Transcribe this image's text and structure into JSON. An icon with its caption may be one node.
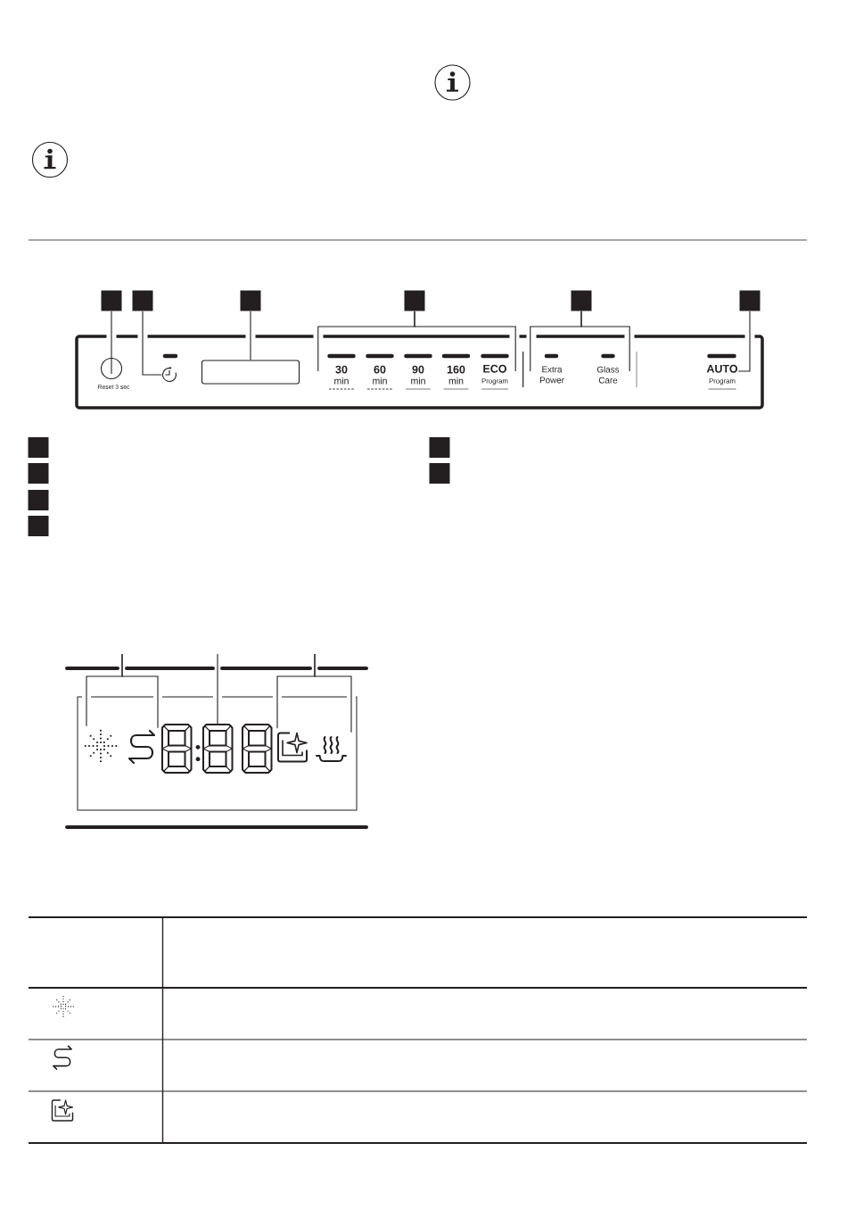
{
  "diagram": {
    "nodes": [
      {
        "text": [],
        "shape": "box"
      },
      {
        "text": [],
        "shape": "box"
      },
      {
        "text": [],
        "shape": "box"
      },
      {
        "text": [],
        "shape": "box"
      },
      {
        "text": [],
        "shape": "box"
      },
      {
        "text": [],
        "shape": "box"
      },
      {
        "text": [],
        "shape": "box"
      },
      {
        "text": [
          "Reset 3 sec"
        ],
        "in": 6
      },
      {
        "text": [],
        "shape": "picture",
        "in": 6
      },
      {
        "text": [],
        "shape": "box",
        "in": 6
      },
      {
        "text": [
          "30",
          "min"
        ],
        "in": 6
      },
      {
        "text": [
          "60",
          "min"
        ],
        "in": 6
      },
      {
        "text": [
          "90",
          "min"
        ],
        "in": 6
      },
      {
        "text": [
          "160",
          "min"
        ],
        "in": 6
      },
      {
        "text": [
          "ECO",
          "Program"
        ],
        "in": 6
      },
      {
        "text": [
          "Extra Power"
        ],
        "in": 6
      },
      {
        "text": [
          "Glass Care"
        ],
        "in": 6
      },
      {
        "text": [
          "AUTO",
          "Program"
        ],
        "in": 6
      },
      {
        "text": [],
        "shape": "box"
      },
      {
        "text": [],
        "shape": "box"
      },
      {
        "text": [],
        "shape": "box"
      },
      {
        "text": [],
        "shape": "box"
      },
      {
        "text": [],
        "shape": "box"
      },
      {
        "text": [],
        "shape": "box"
      },
      {
        "text": [],
        "shape": "box"
      },
      {
        "text": [],
        "shape": "picture",
        "in": 24
      },
      {
        "text": [],
        "shape": "picture",
        "in": 24
      },
      {
        "text": [],
        "shape": "picture",
        "in": 24
      },
      {
        "text": [],
        "shape": "picture",
        "in": 24
      },
      {
        "text": [],
        "shape": "picture",
        "in": 24
      }
    ],
    "edges": [
      {
        "from": 0,
        "to": 7,
        "arrow": "none"
      },
      {
        "from": 1,
        "to": 8,
        "arrow": "none"
      },
      {
        "from": 2,
        "to": 9,
        "arrow": "none"
      },
      {
        "from": 3,
        "to": 10,
        "arrow": "none"
      },
      {
        "from": 3,
        "to": 14,
        "arrow": "none"
      },
      {
        "from": 4,
        "to": 15,
        "arrow": "none"
      },
      {
        "from": 4,
        "to": 16,
        "arrow": "none"
      },
      {
        "from": 5,
        "to": 17,
        "arrow": "none"
      },
      {
        "from": null,
        "to": 25,
        "arrow": "none"
      },
      {
        "from": null,
        "to": 26,
        "arrow": "none"
      },
      {
        "from": null,
        "to": 27,
        "arrow": "none"
      },
      {
        "from": null,
        "to": 28,
        "arrow": "none"
      },
      {
        "from": null,
        "to": 29,
        "arrow": "none"
      }
    ]
  }
}
